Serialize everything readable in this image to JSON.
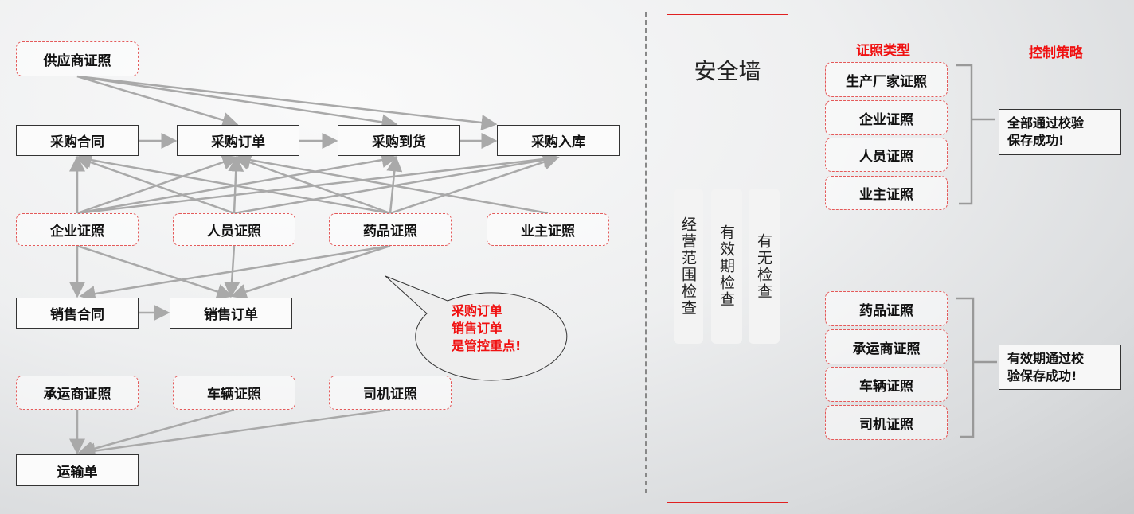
{
  "flow": {
    "supplier_license": "供应商证照",
    "purchase": [
      "采购合同",
      "采购订单",
      "采购到货",
      "采购入库"
    ],
    "licenses": [
      "企业证照",
      "人员证照",
      "药品证照",
      "业主证照"
    ],
    "sales": [
      "销售合同",
      "销售订单"
    ],
    "transport_licenses": [
      "承运商证照",
      "车辆证照",
      "司机证照"
    ],
    "transport_order": "运输单",
    "callout": [
      "采购订单",
      "销售订单",
      "是管控重点!"
    ]
  },
  "wall": {
    "title": "安全墙",
    "checks": [
      "经营范围检查",
      "有效期检查",
      "有无检查"
    ]
  },
  "right": {
    "type_header": "证照类型",
    "policy_header": "控制策略",
    "group1": [
      "生产厂家证照",
      "企业证照",
      "人员证照",
      "业主证照"
    ],
    "policy1": [
      "全部通过校验",
      "保存成功!"
    ],
    "group2": [
      "药品证照",
      "承运商证照",
      "车辆证照",
      "司机证照"
    ],
    "policy2": [
      "有效期通过校",
      "验保存成功!"
    ]
  },
  "colors": {
    "accent": "#f01010",
    "arrow": "#a9a9a9"
  }
}
